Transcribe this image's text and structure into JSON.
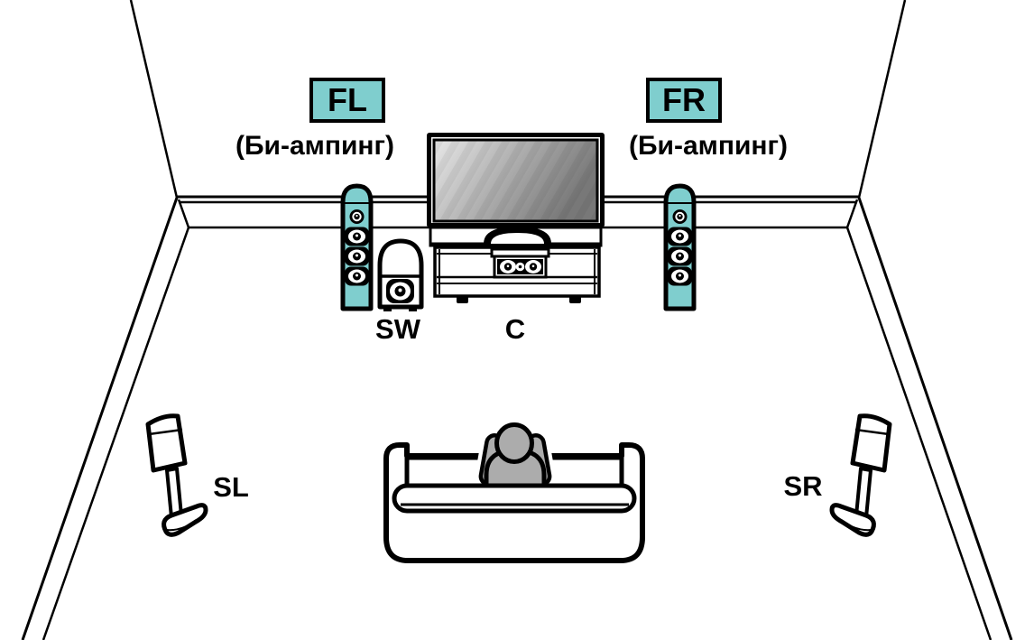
{
  "labels": {
    "front_left": {
      "tag": "FL",
      "caption": "(Би-ампинг)"
    },
    "front_right": {
      "tag": "FR",
      "caption": "(Би-ампинг)"
    },
    "subwoofer": {
      "tag": "SW"
    },
    "center": {
      "tag": "C"
    },
    "surround_left": {
      "tag": "SL"
    },
    "surround_right": {
      "tag": "SR"
    }
  },
  "colors": {
    "speaker_accent": "#7FCECE",
    "listener": "#ACACAC",
    "line": "#000000",
    "background": "#FFFFFF"
  }
}
